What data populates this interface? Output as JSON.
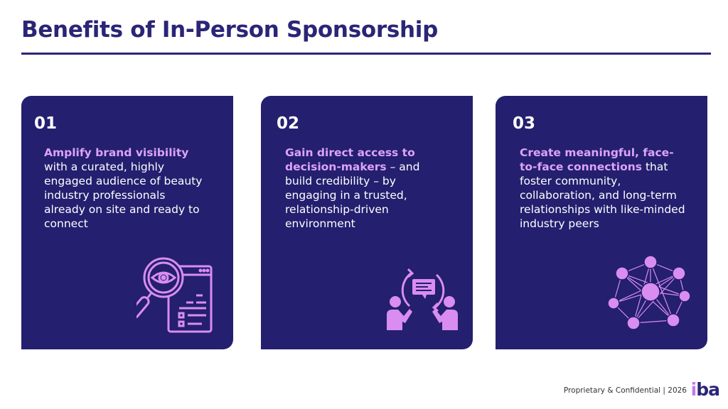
{
  "title": "Benefits of In-Person Sponsorship",
  "cards": [
    {
      "number": "01",
      "highlight": "Amplify brand visibility",
      "rest": " with a curated, highly engaged audience of beauty industry professionals already on site and ready to connect",
      "icon": "magnifier-eye-document-icon"
    },
    {
      "number": "02",
      "highlight": "Gain direct access to decision-makers",
      "rest": " – and build credibility – by engaging in a trusted, relationship-driven environment",
      "icon": "people-conversation-icon"
    },
    {
      "number": "03",
      "highlight": "Create meaningful, face-to-face connections",
      "rest": " that foster community, collaboration, and long-term relationships with like-minded industry peers",
      "icon": "network-people-icon"
    }
  ],
  "footer": {
    "text": "Proprietary & Confidential | 2026",
    "logo": "iba"
  },
  "colors": {
    "primary": "#241f6f",
    "accent": "#dca3f7",
    "title": "#2b2577"
  }
}
